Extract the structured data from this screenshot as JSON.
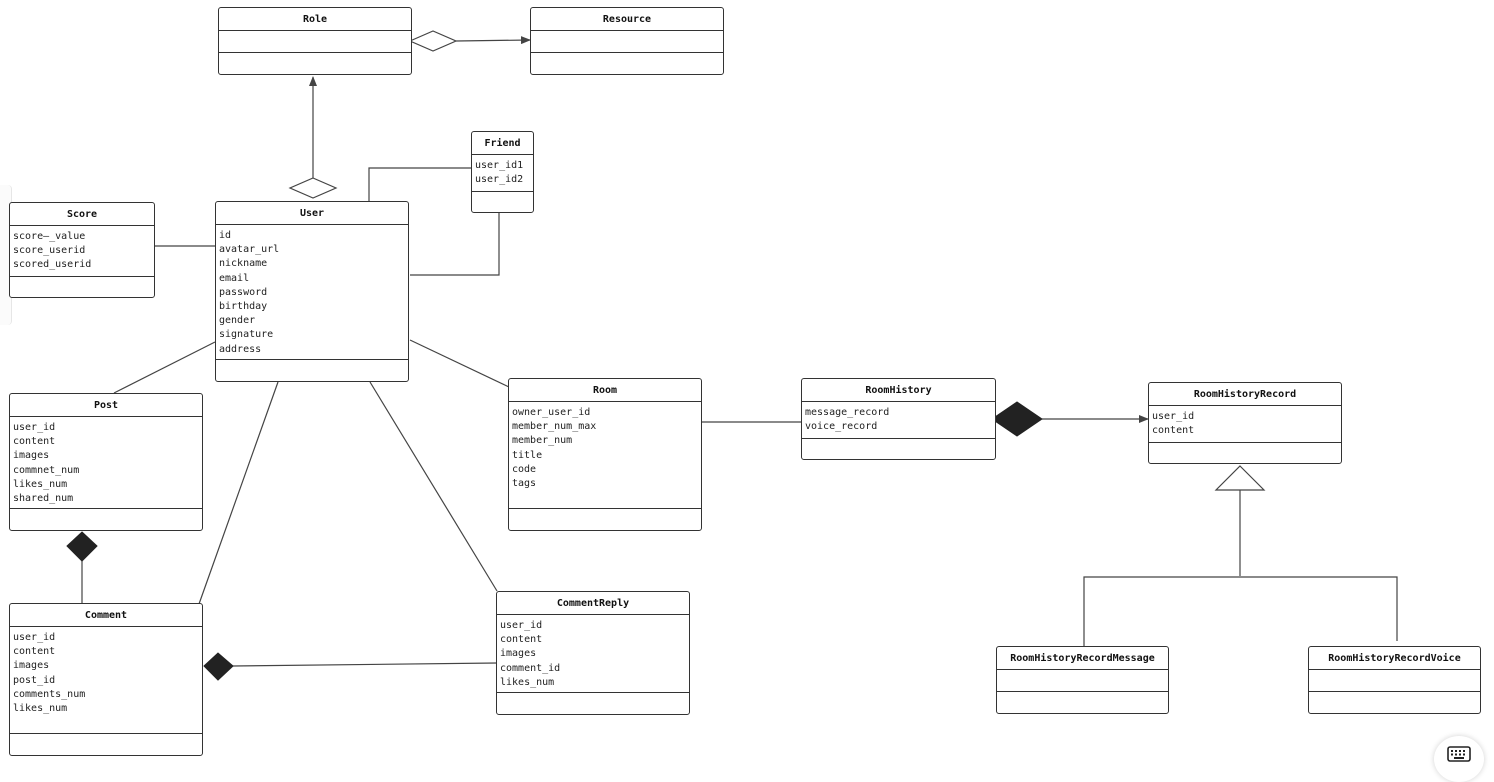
{
  "diagram": {
    "type": "uml-class-diagram",
    "classes": [
      {
        "id": "role",
        "name": "Role",
        "attributes": []
      },
      {
        "id": "resource",
        "name": "Resource",
        "attributes": []
      },
      {
        "id": "friend",
        "name": "Friend",
        "attributes": [
          "user_id1",
          "user_id2"
        ]
      },
      {
        "id": "score",
        "name": "Score",
        "attributes": [
          "score—_value",
          "score_userid",
          "scored_userid"
        ]
      },
      {
        "id": "user",
        "name": "User",
        "attributes": [
          "id",
          "avatar_url",
          "nickname",
          "email",
          "password",
          "birthday",
          "gender",
          "signature",
          "address"
        ]
      },
      {
        "id": "post",
        "name": "Post",
        "attributes": [
          "user_id",
          "content",
          "images",
          "commnet_num",
          "likes_num",
          "shared_num"
        ]
      },
      {
        "id": "room",
        "name": "Room",
        "attributes": [
          "owner_user_id",
          "member_num_max",
          "member_num",
          "title",
          "code",
          "tags"
        ]
      },
      {
        "id": "roomhistory",
        "name": "RoomHistory",
        "attributes": [
          "message_record",
          "voice_record"
        ]
      },
      {
        "id": "roomhistoryrecord",
        "name": "RoomHistoryRecord",
        "attributes": [
          "user_id",
          "content"
        ]
      },
      {
        "id": "comment",
        "name": "Comment",
        "attributes": [
          "user_id",
          "content",
          "images",
          "post_id",
          "comments_num",
          "likes_num"
        ]
      },
      {
        "id": "commentreply",
        "name": "CommentReply",
        "attributes": [
          "user_id",
          "content",
          "images",
          "comment_id",
          "likes_num"
        ]
      },
      {
        "id": "rhrmessage",
        "name": "RoomHistoryRecordMessage",
        "attributes": []
      },
      {
        "id": "rhrvoice",
        "name": "RoomHistoryRecordVoice",
        "attributes": []
      }
    ],
    "relations": [
      {
        "from": "role",
        "to": "resource",
        "kind": "aggregation",
        "navigable": true
      },
      {
        "from": "user",
        "to": "role",
        "kind": "aggregation",
        "navigable": true
      },
      {
        "from": "user",
        "to": "friend",
        "kind": "association"
      },
      {
        "from": "user",
        "to": "score",
        "kind": "association"
      },
      {
        "from": "user",
        "to": "post",
        "kind": "association"
      },
      {
        "from": "user",
        "to": "comment",
        "kind": "association"
      },
      {
        "from": "user",
        "to": "commentreply",
        "kind": "association"
      },
      {
        "from": "user",
        "to": "room",
        "kind": "association"
      },
      {
        "from": "room",
        "to": "roomhistory",
        "kind": "association"
      },
      {
        "from": "roomhistory",
        "to": "roomhistoryrecord",
        "kind": "composition",
        "navigable": true
      },
      {
        "from": "post",
        "to": "comment",
        "kind": "composition"
      },
      {
        "from": "comment",
        "to": "commentreply",
        "kind": "composition"
      },
      {
        "from": "rhrmessage",
        "to": "roomhistoryrecord",
        "kind": "generalization"
      },
      {
        "from": "rhrvoice",
        "to": "roomhistoryrecord",
        "kind": "generalization"
      }
    ]
  },
  "ui": {
    "keyboard_icon": "keyboard-icon",
    "colors": {
      "line": "#444444",
      "border": "#333333",
      "fill": "#222222",
      "background": "#ffffff"
    }
  }
}
